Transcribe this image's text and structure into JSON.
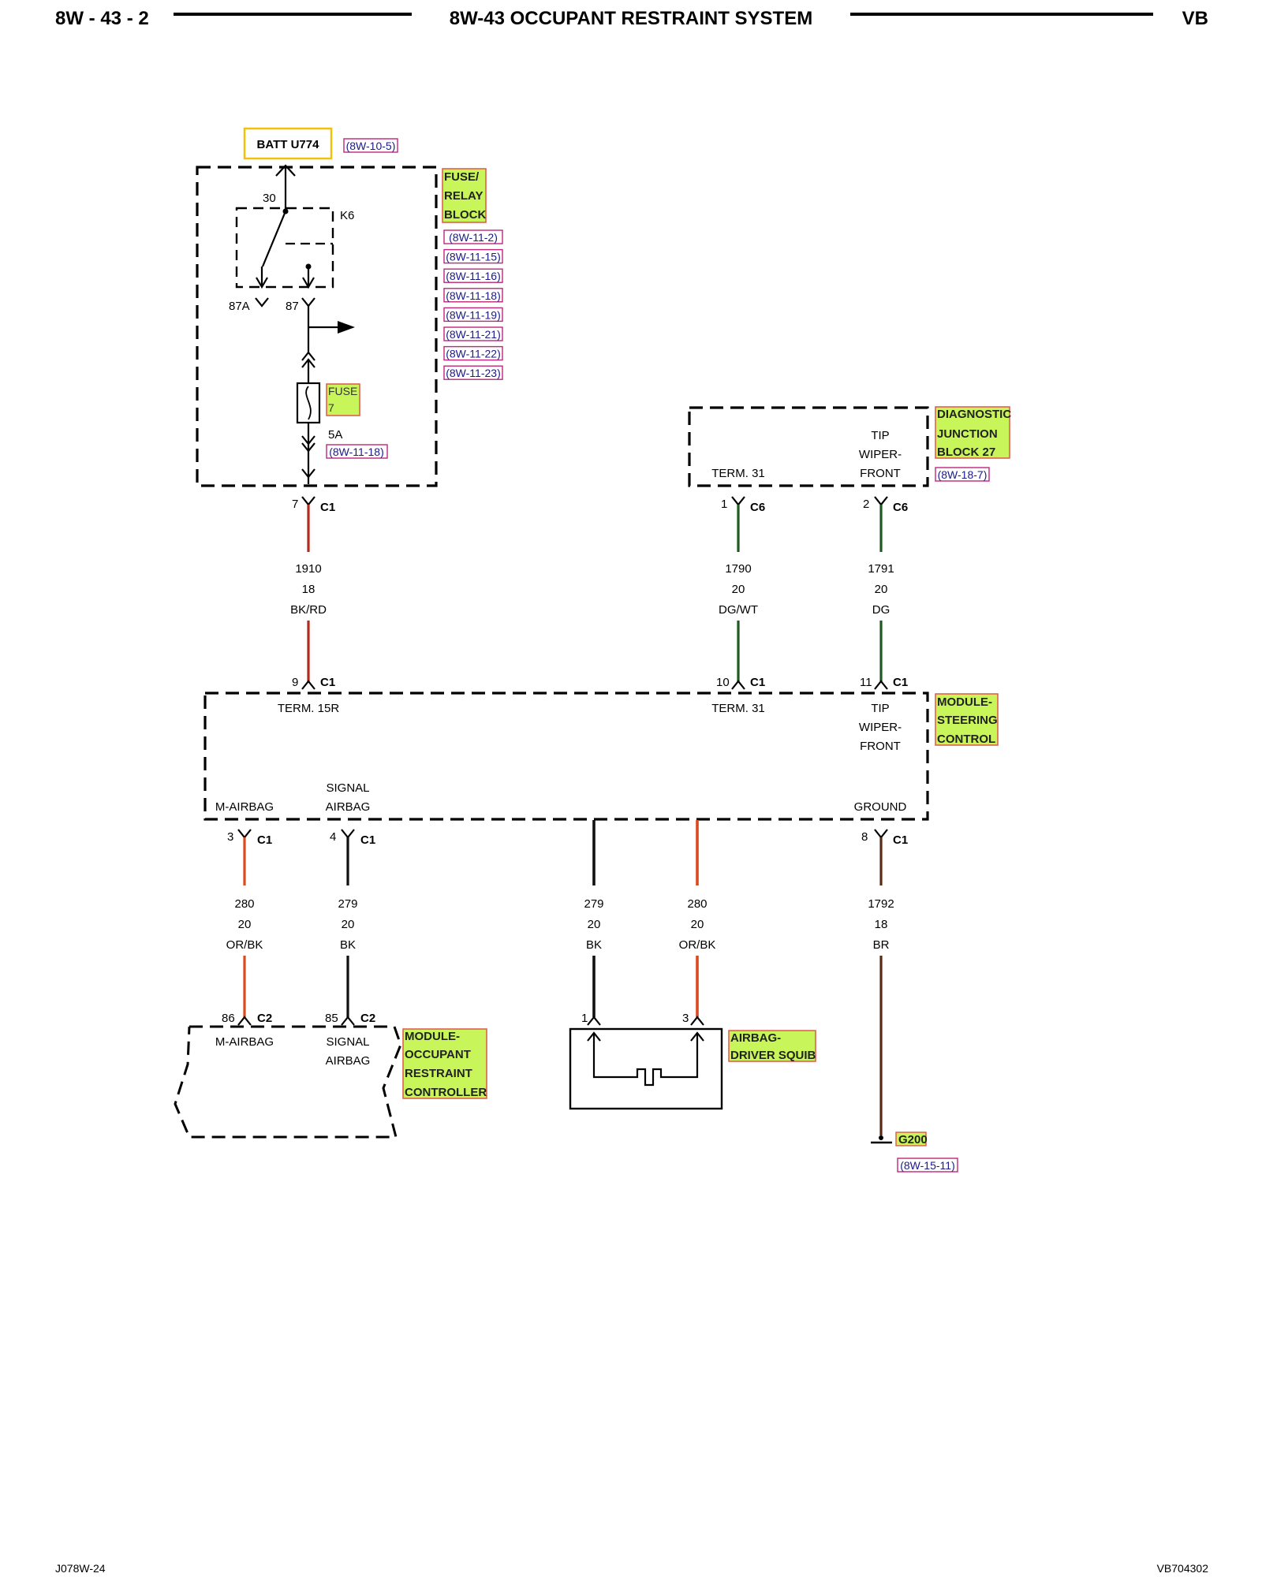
{
  "header": {
    "left": "8W - 43 - 2",
    "title": "8W-43 OCCUPANT RESTRAINT SYSTEM",
    "right": "VB"
  },
  "footer": {
    "left": "J078W-24",
    "right": "VB704302"
  },
  "colors": {
    "label_highlight": "#c8f55a",
    "label_border": "#e0574a",
    "batt_border": "#f2c20a",
    "ref_border": "#c0267a",
    "wire_bk": "#111111",
    "wire_bk_rd": "#b52a1c",
    "wire_or_bk": "#d94a1e",
    "wire_dg": "#1e5a22",
    "wire_br": "#5a2a14"
  },
  "power": {
    "batt": "BATT U774",
    "batt_ref": "(8W-10-5)"
  },
  "fuse_block": {
    "label_lines": [
      "FUSE/",
      "RELAY",
      "BLOCK"
    ],
    "refs": [
      "(8W-11-2)",
      "(8W-11-15)",
      "(8W-11-16)",
      "(8W-11-18)",
      "(8W-11-19)",
      "(8W-11-21)",
      "(8W-11-22)",
      "(8W-11-23)"
    ],
    "relay": {
      "name": "K6",
      "pin_30": "30",
      "pin_87a": "87A",
      "pin_87": "87"
    },
    "fuse": {
      "label_lines": [
        "FUSE",
        "7"
      ],
      "rating": "5A",
      "ref": "(8W-11-18)"
    },
    "connector": {
      "pin": "7",
      "name": "C1"
    }
  },
  "diag_block": {
    "label_lines": [
      "DIAGNOSTIC",
      "JUNCTION",
      "BLOCK 27"
    ],
    "ref": "(8W-18-7)",
    "term": "TERM. 31",
    "tip_lines": [
      "TIP",
      "WIPER-",
      "FRONT"
    ],
    "connectors": [
      {
        "pin": "1",
        "name": "C6"
      },
      {
        "pin": "2",
        "name": "C6"
      }
    ]
  },
  "wires_upper": [
    {
      "circuit": "1910",
      "gauge": "18",
      "color": "BK/RD"
    },
    {
      "circuit": "1790",
      "gauge": "20",
      "color": "DG/WT"
    },
    {
      "circuit": "1791",
      "gauge": "20",
      "color": "DG"
    }
  ],
  "steering_module": {
    "label_lines": [
      "MODULE-",
      "STEERING",
      "CONTROL"
    ],
    "top_connectors": [
      {
        "pin": "9",
        "name": "C1"
      },
      {
        "pin": "10",
        "name": "C1"
      },
      {
        "pin": "11",
        "name": "C1"
      }
    ],
    "term_15r": "TERM. 15R",
    "term_31": "TERM. 31",
    "tip_lines": [
      "TIP",
      "WIPER-",
      "FRONT"
    ],
    "m_airbag": "M-AIRBAG",
    "signal_airbag_lines": [
      "SIGNAL",
      "AIRBAG"
    ],
    "ground": "GROUND",
    "bottom_connectors": [
      {
        "pin": "3",
        "name": "C1"
      },
      {
        "pin": "4",
        "name": "C1"
      },
      {
        "pin": "8",
        "name": "C1"
      }
    ]
  },
  "wires_lower": [
    {
      "circuit": "280",
      "gauge": "20",
      "color": "OR/BK"
    },
    {
      "circuit": "279",
      "gauge": "20",
      "color": "BK"
    },
    {
      "circuit": "279",
      "gauge": "20",
      "color": "BK"
    },
    {
      "circuit": "280",
      "gauge": "20",
      "color": "OR/BK"
    },
    {
      "circuit": "1792",
      "gauge": "18",
      "color": "BR"
    }
  ],
  "orc": {
    "label_lines": [
      "MODULE-",
      "OCCUPANT",
      "RESTRAINT",
      "CONTROLLER"
    ],
    "connectors": [
      {
        "pin": "86",
        "name": "C2"
      },
      {
        "pin": "85",
        "name": "C2"
      }
    ],
    "m_airbag": "M-AIRBAG",
    "signal_airbag_lines": [
      "SIGNAL",
      "AIRBAG"
    ]
  },
  "squib": {
    "label_lines": [
      "AIRBAG-",
      "DRIVER SQUIB"
    ],
    "pins": [
      "1",
      "3"
    ]
  },
  "ground": {
    "name": "G200",
    "ref": "(8W-15-11)"
  }
}
